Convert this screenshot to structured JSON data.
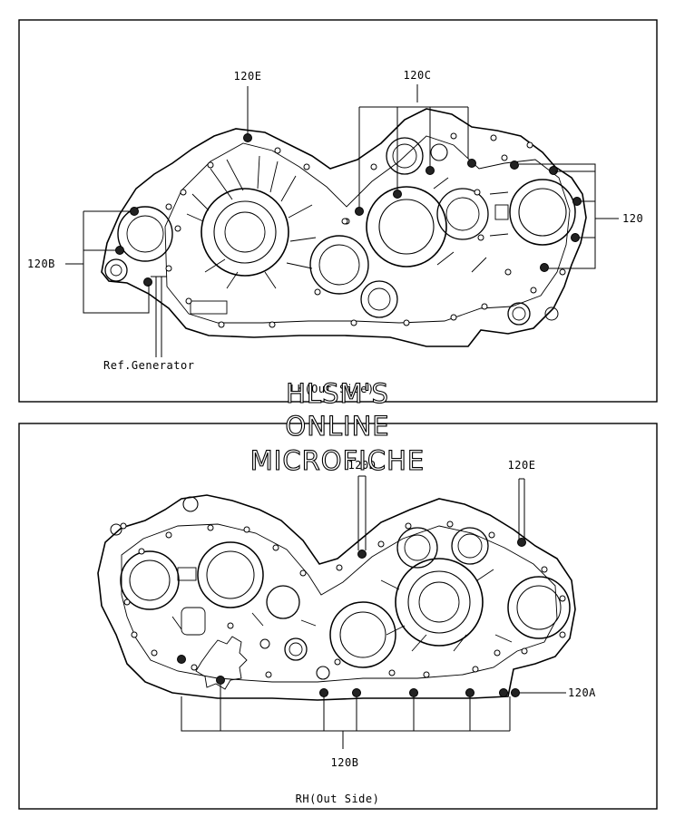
{
  "top_panel": {
    "labels": {
      "l120e": "120E",
      "l120c": "120C",
      "l120": "120",
      "l120b": "120B",
      "ref_generator": "Ref.Generator",
      "view": "LH(Out Side)"
    }
  },
  "bottom_panel": {
    "labels": {
      "l120d": "120D",
      "l120e": "120E",
      "l120a": "120A",
      "l120b": "120B",
      "view": "RH(Out Side)"
    }
  },
  "watermark": {
    "line1": "HLSM'S",
    "line2": "ONLINE",
    "line3": "MICROFICHE"
  }
}
